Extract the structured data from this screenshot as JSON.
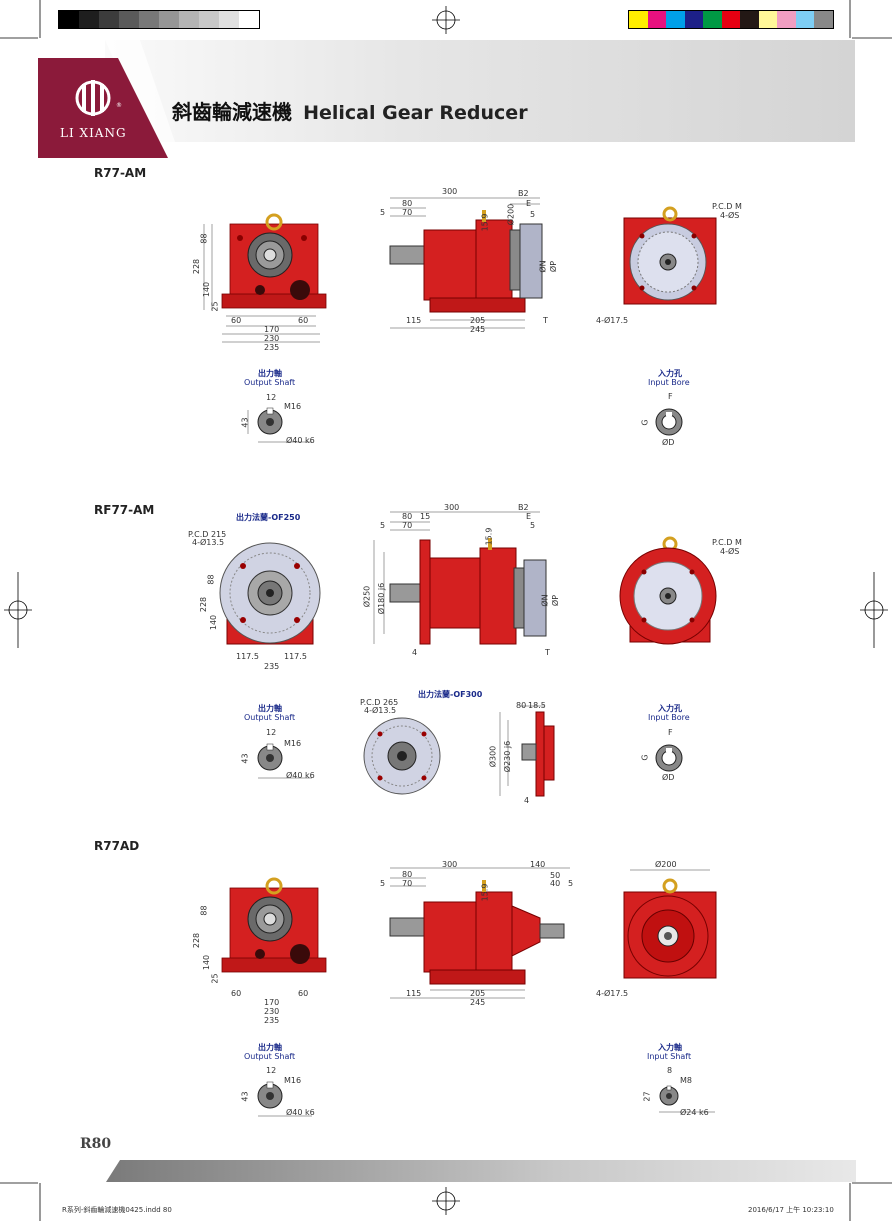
{
  "header": {
    "logo_text": "LI XIANG",
    "logo_registered": "®",
    "title_cn": "斜齒輪減速機",
    "title_en": "Helical Gear Reducer"
  },
  "colors": {
    "logo_bg": "#8b1a3a",
    "gear_red": "#d42020",
    "title_band": "#d9d9d9",
    "label_blue": "#1a2a8a"
  },
  "color_bar_left": [
    "#000000",
    "#1e1e1e",
    "#3c3c3c",
    "#5a5a5a",
    "#787878",
    "#969696",
    "#b4b4b4",
    "#c8c8c8",
    "#e0e0e0",
    "#ffffff"
  ],
  "color_bar_right": [
    "#ffee00",
    "#e8117f",
    "#00a0e9",
    "#1d2088",
    "#009944",
    "#e60012",
    "#231815",
    "#fff799",
    "#f19ec2",
    "#7ecef4",
    "#888888"
  ],
  "sections": {
    "r77am": {
      "model": "R77-AM",
      "front_dims": {
        "h_top": "88",
        "h_total": "228",
        "h_bottom": "140",
        "foot": "25",
        "w_left": "60",
        "w_right": "60",
        "w1": "170",
        "w2": "230",
        "w3": "235"
      },
      "side_dims": {
        "total": "300",
        "b2": "B2",
        "d80": "80",
        "d5": "5",
        "d70": "70",
        "d15": "15.9",
        "d200": "Ø200",
        "e": "E",
        "c5": "5",
        "n": "ØN",
        "p": "ØP",
        "d115": "115",
        "d205": "205",
        "d245": "245",
        "t": "T"
      },
      "end_dims": {
        "pcd": "P.C.D M",
        "holes": "4-ØS",
        "base": "4-Ø17.5"
      },
      "output_shaft": {
        "cn": "出力軸",
        "en": "Output Shaft",
        "key": "12",
        "thread": "M16",
        "len": "43",
        "dia": "Ø40 k6"
      },
      "input_bore": {
        "cn": "入力孔",
        "en": "Input Bore",
        "f": "F",
        "g": "G",
        "d": "ØD"
      }
    },
    "rf77am": {
      "model": "RF77-AM",
      "flange_title": "出力法蘭-OF250",
      "flange_dims": {
        "pcd": "P.C.D 215",
        "holes": "4-Ø13.5",
        "h_top": "88",
        "h_total": "228",
        "h_bottom": "140",
        "w_l": "117.5",
        "w_r": "117.5",
        "w": "235"
      },
      "side_dims": {
        "total": "300",
        "b2": "B2",
        "d80": "80",
        "d15": "15",
        "d5": "5",
        "d70": "70",
        "d159": "15.9",
        "d250": "Ø250",
        "d180": "Ø180 j6",
        "e": "E",
        "c5": "5",
        "n": "ØN",
        "p": "ØP",
        "four": "4",
        "t": "T"
      },
      "end_dims": {
        "pcd": "P.C.D M",
        "holes": "4-ØS"
      },
      "output_shaft": {
        "cn": "出力軸",
        "en": "Output Shaft",
        "key": "12",
        "thread": "M16",
        "len": "43",
        "dia": "Ø40 k6"
      },
      "flange300": {
        "title": "出力法蘭-OF300",
        "pcd": "P.C.D 265",
        "holes": "4-Ø13.5",
        "d80": "80",
        "d185": "18.5",
        "d300": "Ø300",
        "d230": "Ø230 j6",
        "four": "4"
      },
      "input_bore": {
        "cn": "入力孔",
        "en": "Input Bore",
        "f": "F",
        "g": "G",
        "d": "ØD"
      }
    },
    "r77ad": {
      "model": "R77AD",
      "front_dims": {
        "h_top": "88",
        "h_total": "228",
        "h_bottom": "140",
        "foot": "25",
        "w_left": "60",
        "w_right": "60",
        "w1": "170",
        "w2": "230",
        "w3": "235"
      },
      "side_dims": {
        "total": "300",
        "d140": "140",
        "d80": "80",
        "d5": "5",
        "d70": "70",
        "d159": "15.9",
        "d50": "50",
        "d40": "40",
        "d5b": "5",
        "d115": "115",
        "d205": "205",
        "d245": "245"
      },
      "end_dims": {
        "dia": "Ø200",
        "base": "4-Ø17.5"
      },
      "output_shaft": {
        "cn": "出力軸",
        "en": "Output Shaft",
        "key": "12",
        "thread": "M16",
        "len": "43",
        "dia": "Ø40 k6"
      },
      "input_shaft": {
        "cn": "入力軸",
        "en": "Input Shaft",
        "key": "8",
        "thread": "M8",
        "len": "27",
        "dia": "Ø24 k6"
      }
    }
  },
  "footer": {
    "page": "R80",
    "file": "R系列-斜齒輪減速機0425.indd   80",
    "timestamp": "2016/6/17   上午 10:23:10"
  }
}
